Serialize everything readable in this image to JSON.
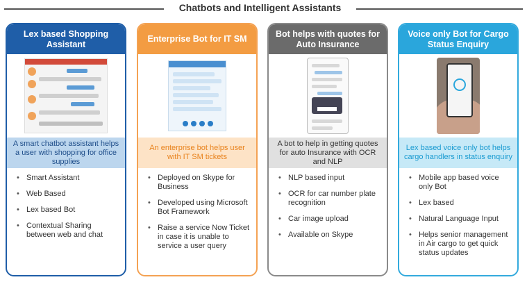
{
  "header": {
    "title": "Chatbots and Intelligent Assistants"
  },
  "cards": [
    {
      "title": "Lex based Shopping Assistant",
      "description": "A smart chatbot assistant helps a user with shopping for office supplies",
      "bullets": [
        "Smart Assistant",
        "Web Based",
        "Lex based Bot",
        "Contextual Sharing between web and chat"
      ]
    },
    {
      "title": "Enterprise Bot for IT SM",
      "description": "An enterprise bot helps user with IT SM tickets",
      "bullets": [
        "Deployed on Skype for Business",
        "Developed using Microsoft Bot Framework",
        "Raise a service Now Ticket in case it is unable to service a user query"
      ]
    },
    {
      "title": "Bot helps with quotes for Auto Insurance",
      "description": "A bot to help in getting quotes for auto Insurance with OCR and NLP",
      "bullets": [
        "NLP based input",
        "OCR for car number plate recognition",
        "Car image upload",
        "Available on Skype"
      ]
    },
    {
      "title": "Voice only Bot for Cargo Status Enquiry",
      "description": "Lex based voice only bot helps cargo handlers in status enquiry",
      "bullets": [
        "Mobile app based voice only Bot",
        "Lex based",
        "Natural Language Input",
        "Helps senior management in Air cargo to get quick status updates"
      ]
    }
  ]
}
